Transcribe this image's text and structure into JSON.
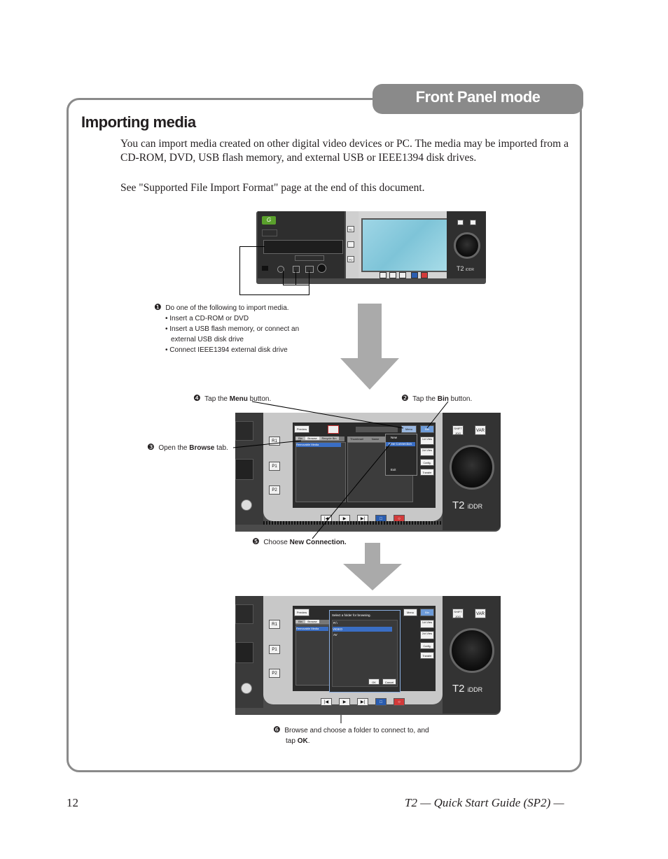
{
  "header": {
    "tab_title": "Front Panel mode"
  },
  "section": {
    "title": "Importing media",
    "para1": "You can import media created on other digital video devices or PC. The media may be imported from a CD-ROM, DVD, USB flash memory, and external USB or IEEE1394 disk drives.",
    "para2": "See \"Supported File Import Format\" page at the end of this document."
  },
  "steps": {
    "s1": {
      "num": "❶",
      "text": "Do one of the following to import media.",
      "bullets": [
        "• Insert a CD-ROM or DVD",
        "• Insert a USB flash memory, or connect an",
        "external USB disk drive",
        "• Connect IEEE1394 external disk drive"
      ]
    },
    "s2": {
      "num": "❷",
      "pre": "Tap the ",
      "bold": "Bin",
      "post": " button."
    },
    "s3": {
      "num": "❸",
      "pre": "Open the ",
      "bold": "Browse",
      "post": " tab."
    },
    "s4": {
      "num": "❹",
      "pre": "Tap the ",
      "bold": "Menu",
      "post": " button."
    },
    "s5": {
      "num": "❺",
      "pre": "Choose ",
      "bold": "New Connection.",
      "post": ""
    },
    "s6": {
      "num": "❻",
      "line1": "Browse and choose a folder to connect to, and",
      "pre2": "tap ",
      "bold": "OK",
      "post2": "."
    }
  },
  "device": {
    "btn_r1": "R1",
    "btn_p1": "P1",
    "btn_p2": "P2",
    "btn_shift": "SHIFT\nJOG",
    "btn_var": "VAR",
    "brand": "T2",
    "brand_sub": "iDDR",
    "screen_preview": "Preview",
    "screen_menu": "Menu",
    "screen_bin": "Bin",
    "screen_tab_bin": "Bin",
    "screen_tab_browse": "Browse",
    "screen_tab_recycle": "Recycle Bin",
    "screen_removable": "Removable Media",
    "screen_1ch": "1ch View",
    "screen_2ch": "2ch View",
    "screen_config": "Config.",
    "screen_transfer": "Transfer",
    "menu_new": "New",
    "menu_newconn": "New Connection",
    "menu_exit": "Exit",
    "col_thumb": "Thumbnail",
    "col_name": "Name",
    "dialog_title": "Select a folder for browsing.",
    "dialog_ok": "OK",
    "dialog_cancel": "Cancel",
    "dialog_item1": "R:\\",
    "dialog_item2": "VIDEO",
    "dialog_item3": "AV"
  },
  "footer": {
    "page": "12",
    "title": "T2 — Quick Start Guide (SP2) —"
  }
}
